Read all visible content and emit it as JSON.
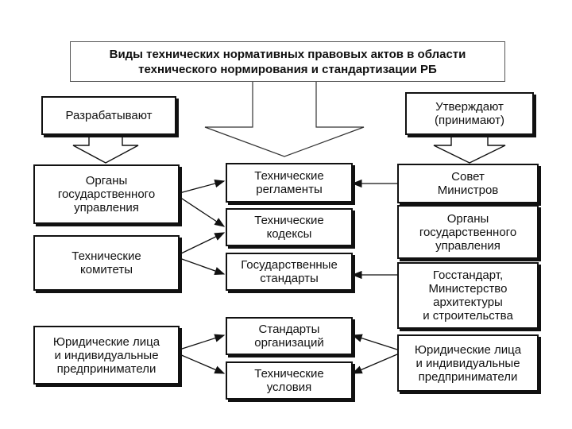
{
  "title": "Виды технических нормативных правовых актов в области\nтехнического нормирования и стандартизации РБ",
  "left_header": "Разрабатывают",
  "right_header": "Утверждают\n(принимают)",
  "left": {
    "organs": "Органы\nгосударственного\nуправления",
    "committees": "Технические\nкомитеты",
    "legal": "Юридические лица\nи индивидуальные\nпредприниматели"
  },
  "center": {
    "regulations": "Технические\nрегламенты",
    "codes": "Технические\nкодексы",
    "state_standards": "Государственные\nстандарты",
    "org_standards": "Стандарты\nорганизаций",
    "tech_conditions": "Технические\nусловия"
  },
  "right": {
    "council": "Совет\nМинистров",
    "organs": "Органы\nгосударственного\nуправления",
    "gosstandart": "Госстандарт,\nМинистерство\nархитектуры\nи строительства",
    "legal": "Юридические лица\nи индивидуальные\nпредприниматели"
  }
}
